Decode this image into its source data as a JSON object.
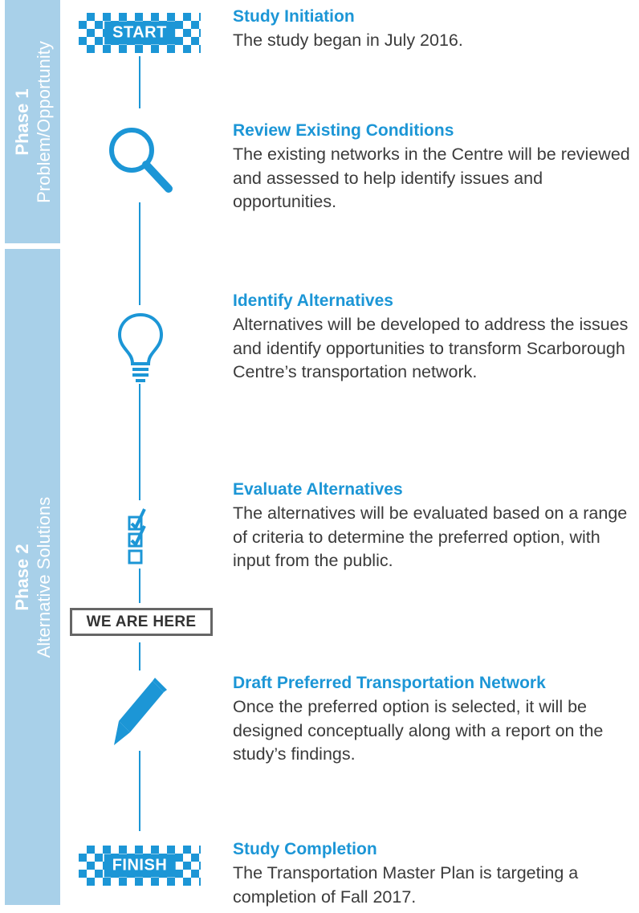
{
  "phases": [
    {
      "number": "Phase 1",
      "name": "Problem/Opportunity"
    },
    {
      "number": "Phase 2",
      "name": "Alternative Solutions"
    }
  ],
  "flags": {
    "start": "START",
    "finish": "FINISH"
  },
  "marker": {
    "label": "WE ARE HERE"
  },
  "steps": [
    {
      "title": "Study Initiation",
      "body": "The study began in July 2016.",
      "icon": "checkered-start-flag-icon"
    },
    {
      "title": "Review Existing Conditions",
      "body": "The existing networks in the Centre will be reviewed and assessed to help identify issues and opportunities.",
      "icon": "magnifying-glass-icon"
    },
    {
      "title": "Identify Alternatives",
      "body": "Alternatives will be developed to address the issues and identify opportunities to transform Scarborough Centre’s transportation network.",
      "icon": "lightbulb-icon"
    },
    {
      "title": "Evaluate Alternatives",
      "body": "The alternatives will be evaluated based on a range of criteria to determine the preferred option, with input from the public.",
      "icon": "checklist-icon"
    },
    {
      "title": "Draft Preferred Transportation Network",
      "body": "Once the preferred option is selected, it will be designed conceptually along with a report on the study’s findings.",
      "icon": "pencil-icon"
    },
    {
      "title": "Study Completion",
      "body": "The Transportation Master Plan is targeting a completion of Fall 2017.",
      "icon": "checkered-finish-flag-icon"
    }
  ],
  "colors": {
    "accent": "#1c96d6",
    "phase_bar": "#a8d0e9",
    "body_text": "#3b3b3b",
    "marker_border": "#666666"
  }
}
